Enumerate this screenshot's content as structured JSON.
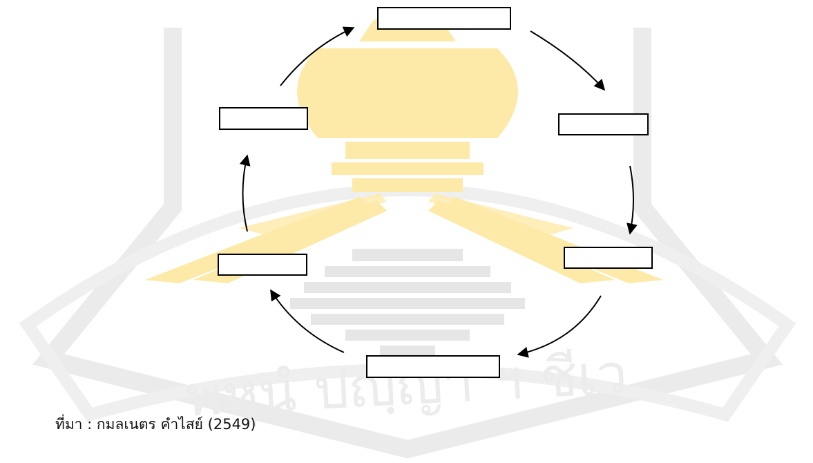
{
  "diagram": {
    "type": "cycle",
    "stages": [
      {
        "id": "stage-top",
        "label": ""
      },
      {
        "id": "stage-right-upper",
        "label": ""
      },
      {
        "id": "stage-right-lower",
        "label": ""
      },
      {
        "id": "stage-bottom",
        "label": ""
      },
      {
        "id": "stage-left-lower",
        "label": ""
      },
      {
        "id": "stage-left-upper",
        "label": ""
      }
    ],
    "flow_direction": "clockwise"
  },
  "watermark": {
    "description": "university seal emblem",
    "text": "พหุนํ ปญฺญา ฯ ชีเว",
    "colors": {
      "gold": "#fde9a8",
      "gray": "#e9e9e9"
    }
  },
  "caption": {
    "text": "ที่มา : กมลเนตร คำไสย์ (2549)"
  },
  "colors": {
    "box_stroke": "#000000",
    "arrow": "#000000",
    "background": "#ffffff"
  }
}
